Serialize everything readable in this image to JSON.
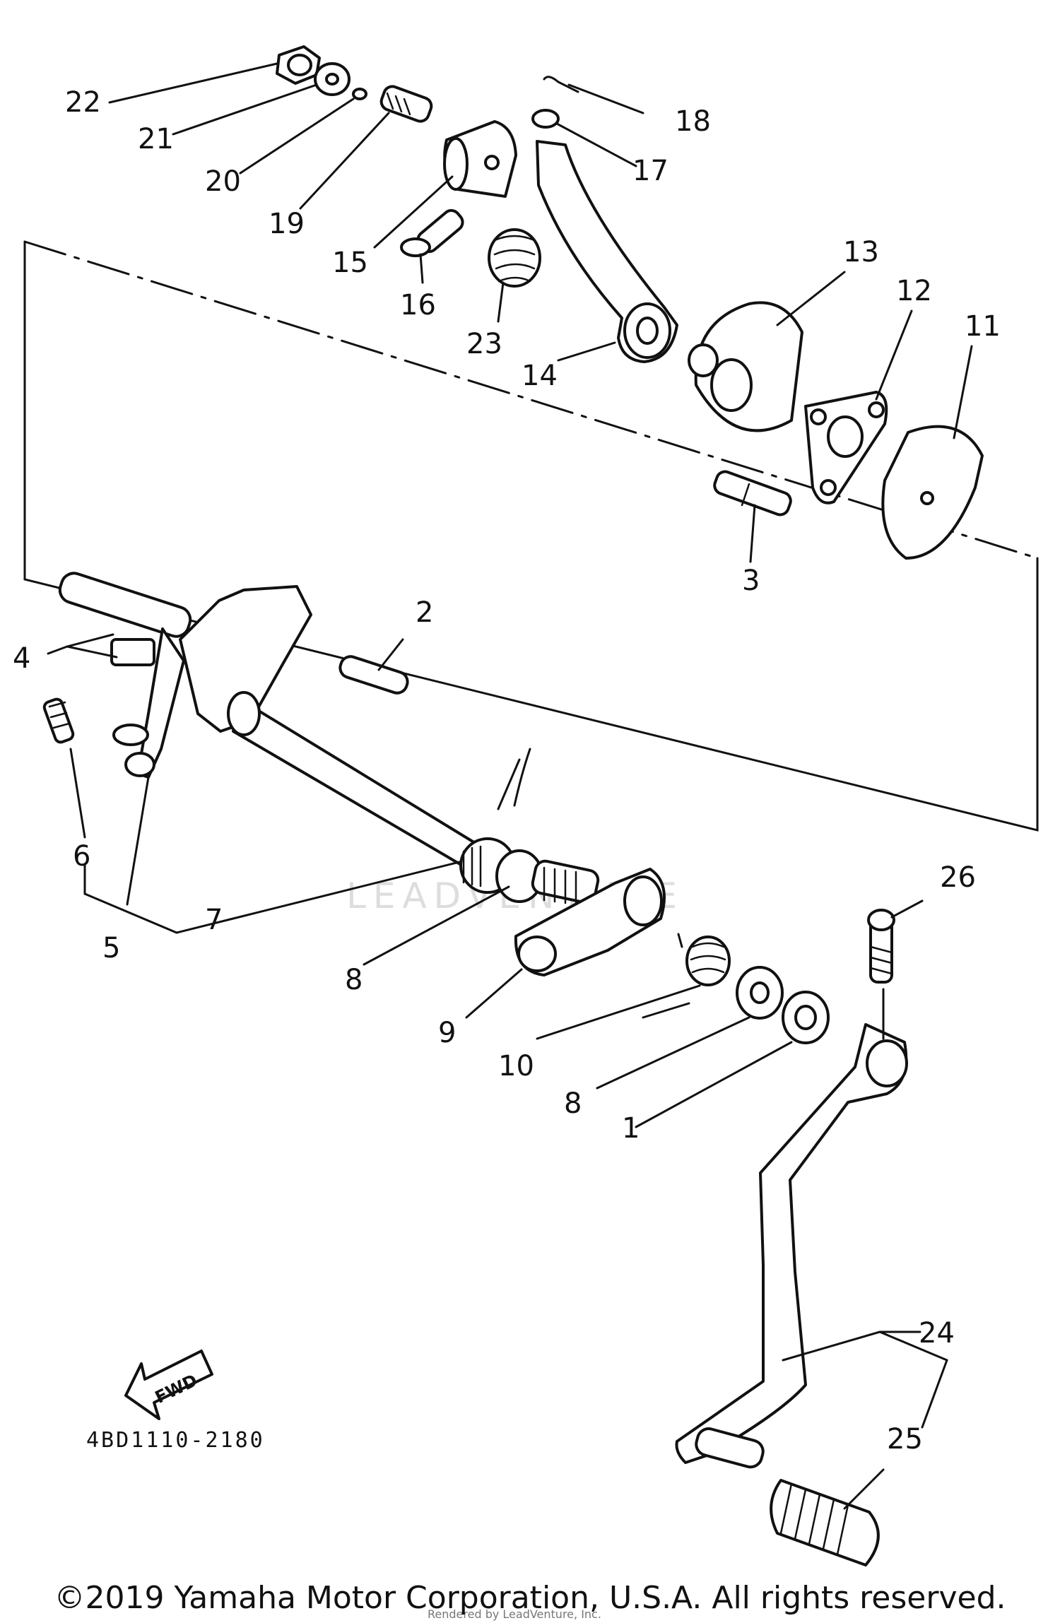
{
  "diagram": {
    "drawing_code": "4BD1110-2180",
    "fwd_label": "FWD",
    "watermark": "LEADVENTURE",
    "callouts": [
      {
        "id": "c1",
        "label": "1"
      },
      {
        "id": "c2",
        "label": "2"
      },
      {
        "id": "c3",
        "label": "3"
      },
      {
        "id": "c4",
        "label": "4"
      },
      {
        "id": "c5",
        "label": "5"
      },
      {
        "id": "c6",
        "label": "6"
      },
      {
        "id": "c7",
        "label": "7"
      },
      {
        "id": "c8a",
        "label": "8"
      },
      {
        "id": "c8b",
        "label": "8"
      },
      {
        "id": "c9",
        "label": "9"
      },
      {
        "id": "c10",
        "label": "10"
      },
      {
        "id": "c11",
        "label": "11"
      },
      {
        "id": "c12",
        "label": "12"
      },
      {
        "id": "c13",
        "label": "13"
      },
      {
        "id": "c14",
        "label": "14"
      },
      {
        "id": "c15",
        "label": "15"
      },
      {
        "id": "c16",
        "label": "16"
      },
      {
        "id": "c17",
        "label": "17"
      },
      {
        "id": "c18",
        "label": "18"
      },
      {
        "id": "c19",
        "label": "19"
      },
      {
        "id": "c20",
        "label": "20"
      },
      {
        "id": "c21",
        "label": "21"
      },
      {
        "id": "c22",
        "label": "22"
      },
      {
        "id": "c23",
        "label": "23"
      },
      {
        "id": "c24",
        "label": "24"
      },
      {
        "id": "c25",
        "label": "25"
      },
      {
        "id": "c26",
        "label": "26"
      }
    ]
  },
  "footer": {
    "copyright": "©2019 Yamaha Motor Corporation, U.S.A. All rights reserved.",
    "rendered_by": "Rendered by LeadVenture, Inc."
  }
}
